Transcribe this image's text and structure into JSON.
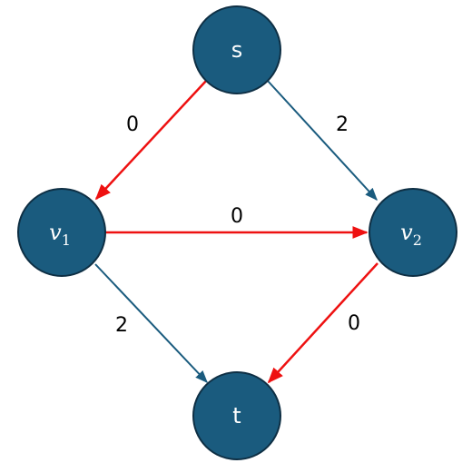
{
  "colors": {
    "node_fill": "#1a5b7e",
    "node_stroke": "#0e2f44",
    "edge_default": "#1a5b7e",
    "edge_highlight": "#ee1111",
    "node_text": "#ffffff",
    "weight_text": "#000000"
  },
  "nodes": {
    "s": {
      "label": "s"
    },
    "v1": {
      "label": "v",
      "subscript": "1"
    },
    "v2": {
      "label": "v",
      "subscript": "2"
    },
    "t": {
      "label": "t"
    }
  },
  "edges": [
    {
      "from": "s",
      "to": "v1",
      "weight": "0",
      "highlighted": true
    },
    {
      "from": "s",
      "to": "v2",
      "weight": "2",
      "highlighted": false
    },
    {
      "from": "v1",
      "to": "v2",
      "weight": "0",
      "highlighted": true
    },
    {
      "from": "v1",
      "to": "t",
      "weight": "2",
      "highlighted": false
    },
    {
      "from": "v2",
      "to": "t",
      "weight": "0",
      "highlighted": true
    }
  ]
}
